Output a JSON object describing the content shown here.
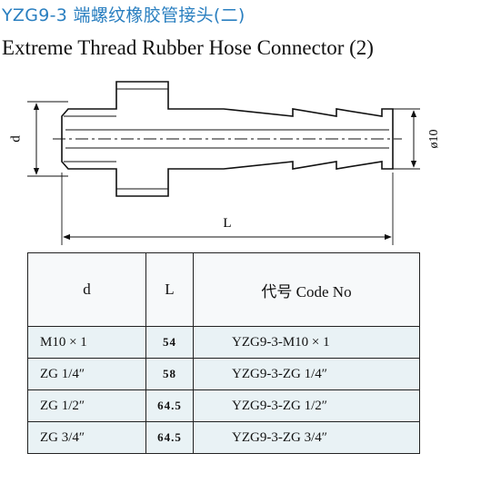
{
  "title": {
    "chinese": "YZG9-3 端螺纹橡胶管接头(二)",
    "english": "Extreme Thread Rubber Hose Connector (2)"
  },
  "drawing": {
    "label_d": "d",
    "label_L": "L",
    "label_diameter": "ø10"
  },
  "table": {
    "headers": [
      "d",
      "L",
      "代号 Code No"
    ],
    "rows": [
      {
        "d": "M10 × 1",
        "L": "54",
        "code": "YZG9-3-M10 × 1"
      },
      {
        "d": "ZG 1/4″",
        "L": "58",
        "code": "YZG9-3-ZG 1/4″"
      },
      {
        "d": "ZG 1/2″",
        "L": "64.5",
        "code": "YZG9-3-ZG 1/2″"
      },
      {
        "d": "ZG 3/4″",
        "L": "64.5",
        "code": "YZG9-3-ZG 3/4″"
      }
    ]
  }
}
